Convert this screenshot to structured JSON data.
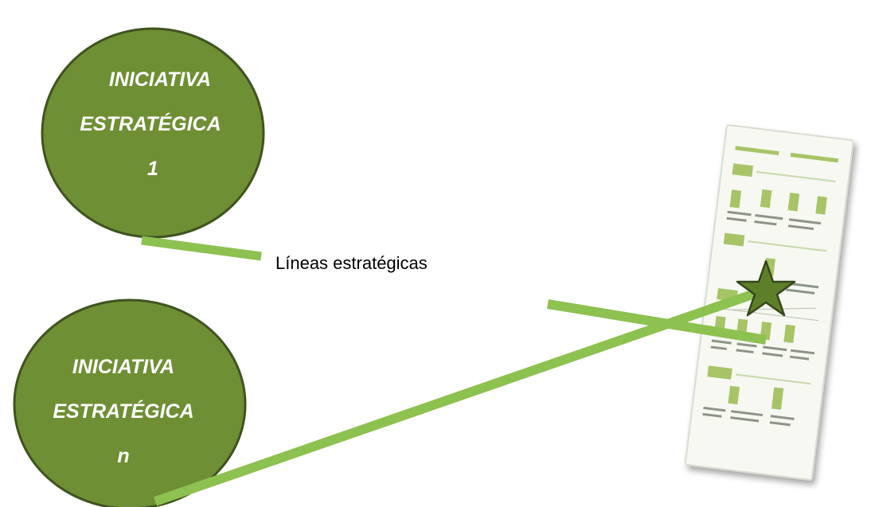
{
  "colors": {
    "circle_fill": "#6E8F33",
    "circle_border": "#3F5320",
    "connector": "#8DC150",
    "star_fill": "#5E7F2A",
    "star_border": "#34471A",
    "document_bg": "#F6F8F1",
    "document_accent": "#A7C467"
  },
  "initiative_1": {
    "line1": "INICIATIVA",
    "line2": "ESTRATÉGICA",
    "line3": "1"
  },
  "initiative_n": {
    "line1": "INICIATIVA",
    "line2": "ESTRATÉGICA",
    "line3": "n"
  },
  "connector_label": "Líneas estratégicas",
  "target_icon": "star-icon",
  "document_icon": "strategy-map-document-icon"
}
